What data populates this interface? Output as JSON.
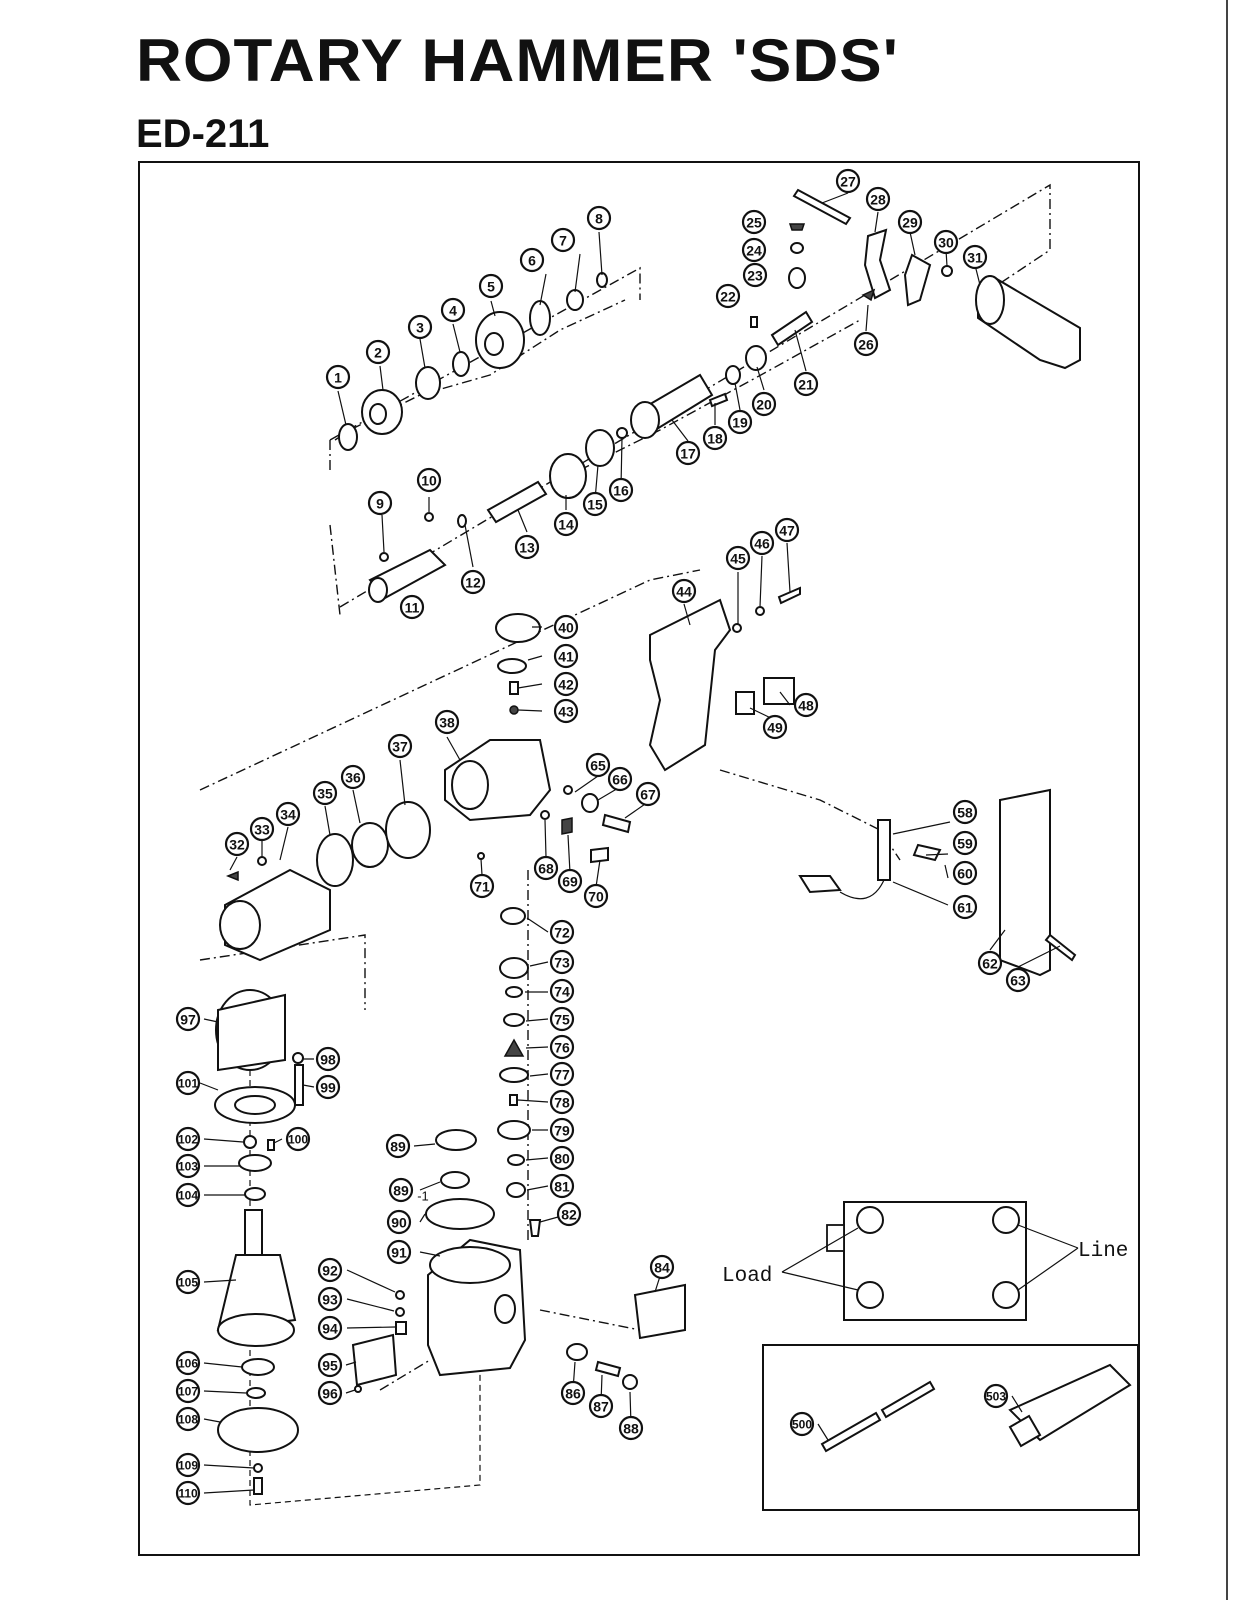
{
  "header": {
    "title": "ROTARY HAMMER 'SDS'",
    "model": "ED-211"
  },
  "wiring_inset": {
    "load_label": "Load",
    "line_label": "Line"
  },
  "part_numbers": [
    "1",
    "2",
    "3",
    "4",
    "5",
    "6",
    "7",
    "8",
    "9",
    "10",
    "11",
    "12",
    "13",
    "14",
    "15",
    "16",
    "17",
    "18",
    "19",
    "20",
    "21",
    "22",
    "23",
    "24",
    "25",
    "26",
    "27",
    "28",
    "29",
    "30",
    "31",
    "32",
    "33",
    "34",
    "35",
    "36",
    "37",
    "38",
    "40",
    "41",
    "42",
    "43",
    "44",
    "45",
    "46",
    "47",
    "48",
    "49",
    "58",
    "59",
    "60",
    "61",
    "62",
    "63",
    "65",
    "66",
    "67",
    "68",
    "69",
    "70",
    "71",
    "72",
    "73",
    "74",
    "75",
    "76",
    "77",
    "78",
    "79",
    "80",
    "81",
    "82",
    "84",
    "86",
    "87",
    "88",
    "89",
    "89-1",
    "90",
    "91",
    "92",
    "93",
    "94",
    "95",
    "96",
    "97",
    "98",
    "99",
    "100",
    "101",
    "102",
    "103",
    "104",
    "105",
    "106",
    "107",
    "108",
    "109",
    "110",
    "500",
    "503"
  ]
}
